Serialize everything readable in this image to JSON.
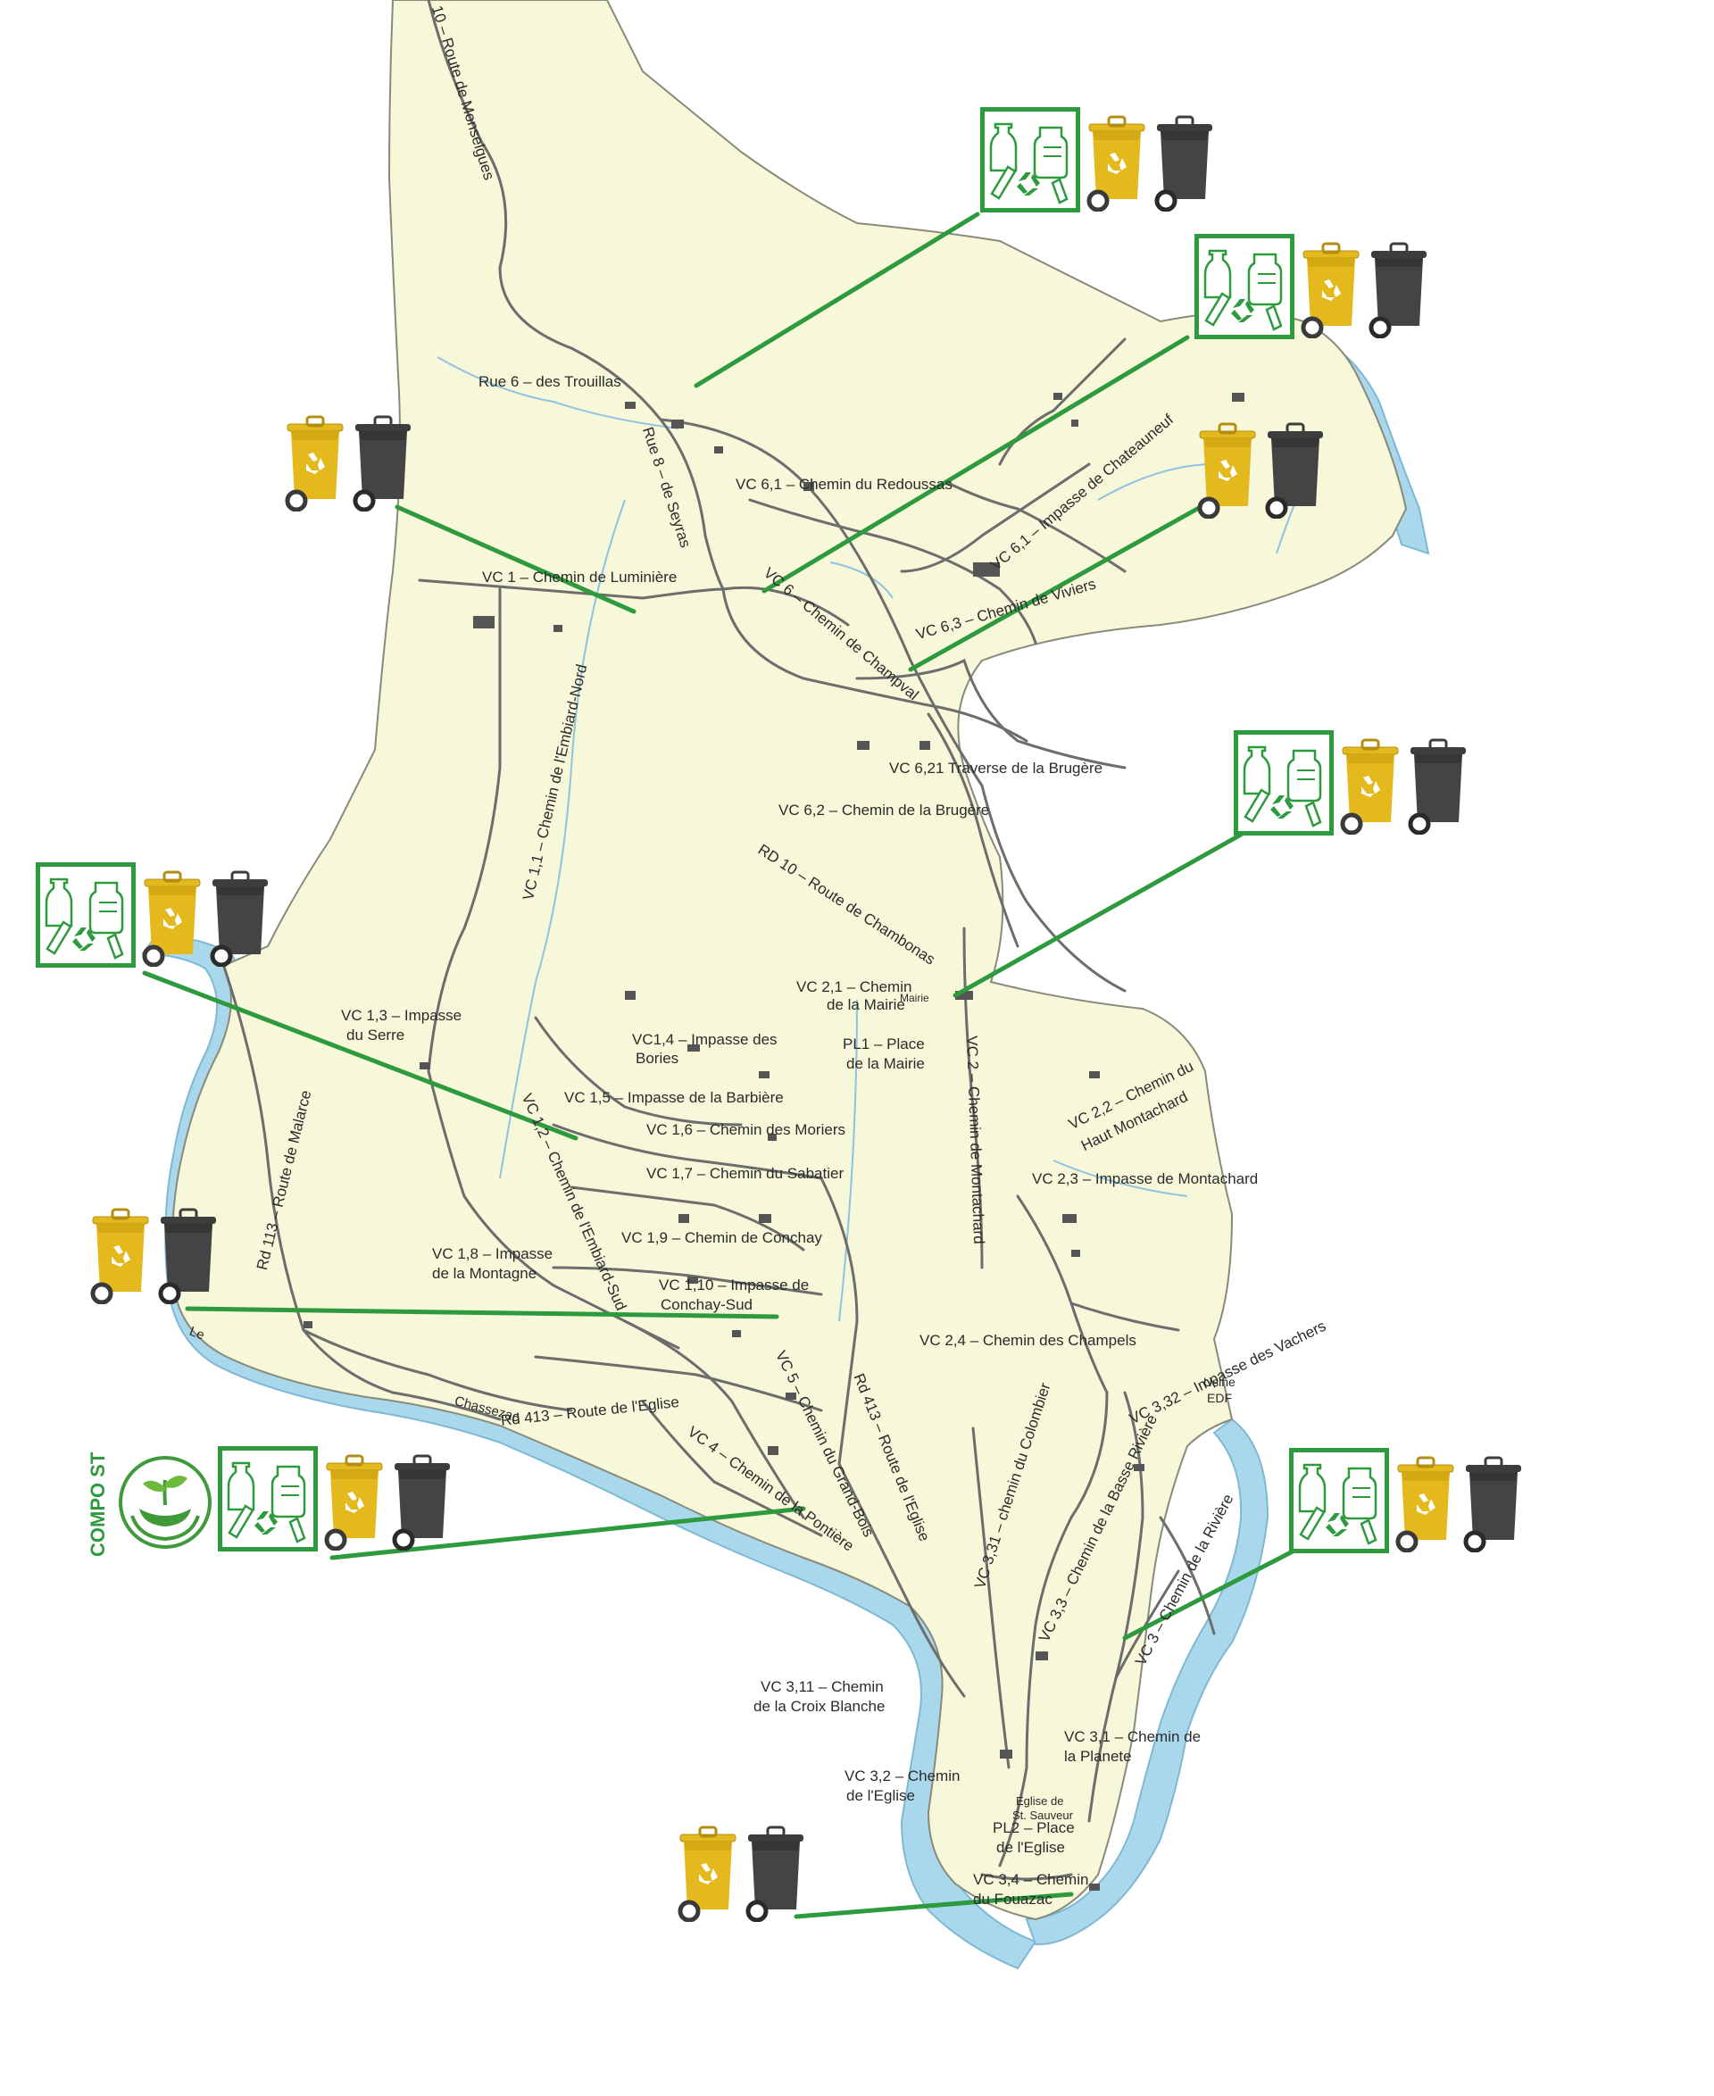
{
  "colors": {
    "land": "#f7f7d9",
    "river": "#a9d8ec",
    "river_edge": "#7fb8d3",
    "road": "#6d6d6d",
    "connector": "#2e9a3e",
    "bin_yellow": "#e4b91e",
    "bin_dark": "#3d3d3d",
    "sort_frame": "#2e9a3e"
  },
  "icons": {
    "yellow_bin": "yellow-recycling-bin-icon",
    "dark_bin": "household-waste-bin-icon",
    "sort_box": "glass-and-packaging-sorting-icon",
    "compost": "compost-hands-sprout-icon"
  },
  "compost_label": "COMPO ST",
  "labels": {
    "route_monselgues": "10 – Route de Monselgues",
    "rue6": "Rue 6 – des Trouillas",
    "rue8": "Rue 8 – de Seyras",
    "vc61": "VC 6,1 – Chemin du Redoussas",
    "vc6_imp": "VC 6,1 – Impasse de Chateauneuf",
    "vc1": "VC 1 – Chemin de Luminière",
    "vc6": "VC 6 – Chemin de Champval",
    "vc63": "VC 6,3 – Chemin de Viviers",
    "vc11": "VC 1,1 – Chemin de l'Embiard-Nord",
    "vc621": "VC 6,21 Traverse de la Brugère",
    "vc62": "VC 6,2 – Chemin de la Brugère",
    "rd10": "RD 10 – Route de Chambonas",
    "vc21_a": "VC 2,1 – Chemin",
    "vc21_b": "de la Mairie",
    "mairie": "Mairie",
    "pl1_a": "PL1 – Place",
    "pl1_b": "de la Mairie",
    "vc13_a": "VC 1,3 – Impasse",
    "vc13_b": "du Serre",
    "vc14_a": "VC1,4 – Impasse des",
    "vc14_b": "Bories",
    "vc15": "VC 1,5 – Impasse de la Barbière",
    "vc16": "VC 1,6 – Chemin des Moriers",
    "vc17": "VC 1,7 – Chemin du Sabatier",
    "vc19": "VC 1,9 – Chemin de Conchay",
    "vc18_a": "VC 1,8 – Impasse",
    "vc18_b": "de la Montagne",
    "vc110_a": "VC 1,10 – Impasse de",
    "vc110_b": "Conchay-Sud",
    "vc12": "VC 1,2 – Chemin de l'Embiard-Sud",
    "vc2": "VC 2 – Chemin de Montachard",
    "vc22_a": "VC 2,2 – Chemin du",
    "vc22_b": "Haut Montachard",
    "vc23": "VC 2,3 – Impasse de Montachard",
    "vc24": "VC 2,4 – Chemin des Champels",
    "vc332": "VC 3,32 – Impasse des Vachers",
    "usine_a": "Usine",
    "usine_b": "EDF",
    "rd113": "Rd 113 – Route de Malarce",
    "rd413": "Rd 413 – Route de l'Eglise",
    "rd413b": "Rd 413 – Route de l'Eglise",
    "le": "Le",
    "chassezac": "Chassezac",
    "vc4": "VC 4 – Chemin de la Pontière",
    "vc5": "VC 5 – Chemin du Grand-Bois",
    "vc331": "VC 3,31 – chemin du Colombier",
    "vc33": "VC 3,3 – Chemin de la Basse Rivière",
    "vc3": "VC 3 – Chemin de la Rivière",
    "vc311_a": "VC 3,11 – Chemin",
    "vc311_b": "de la Croix Blanche",
    "vc31_a": "VC 3,1 – Chemin de",
    "vc31_b": "la Planete",
    "vc32_a": "VC 3,2 – Chemin",
    "vc32_b": "de l'Eglise",
    "eglise_a": "Eglise de",
    "eglise_b": "St. Sauveur",
    "pl2_a": "PL2 – Place",
    "pl2_b": "de l'Eglise",
    "vc34_a": "VC 3,4 – Chemin",
    "vc34_b": "du Fouazac"
  },
  "collection_points": [
    {
      "id": "p1",
      "sorting": true,
      "yellow": true,
      "household": true,
      "compost": false
    },
    {
      "id": "p2",
      "sorting": true,
      "yellow": true,
      "household": true,
      "compost": false
    },
    {
      "id": "p3",
      "sorting": false,
      "yellow": true,
      "household": true,
      "compost": false
    },
    {
      "id": "p4",
      "sorting": false,
      "yellow": true,
      "household": true,
      "compost": false
    },
    {
      "id": "p5",
      "sorting": true,
      "yellow": true,
      "household": true,
      "compost": false
    },
    {
      "id": "p6",
      "sorting": true,
      "yellow": true,
      "household": true,
      "compost": false
    },
    {
      "id": "p7",
      "sorting": false,
      "yellow": true,
      "household": true,
      "compost": false
    },
    {
      "id": "p8",
      "sorting": true,
      "yellow": true,
      "household": true,
      "compost": true
    },
    {
      "id": "p9",
      "sorting": true,
      "yellow": true,
      "household": true,
      "compost": false
    },
    {
      "id": "p10",
      "sorting": false,
      "yellow": true,
      "household": true,
      "compost": false
    }
  ]
}
